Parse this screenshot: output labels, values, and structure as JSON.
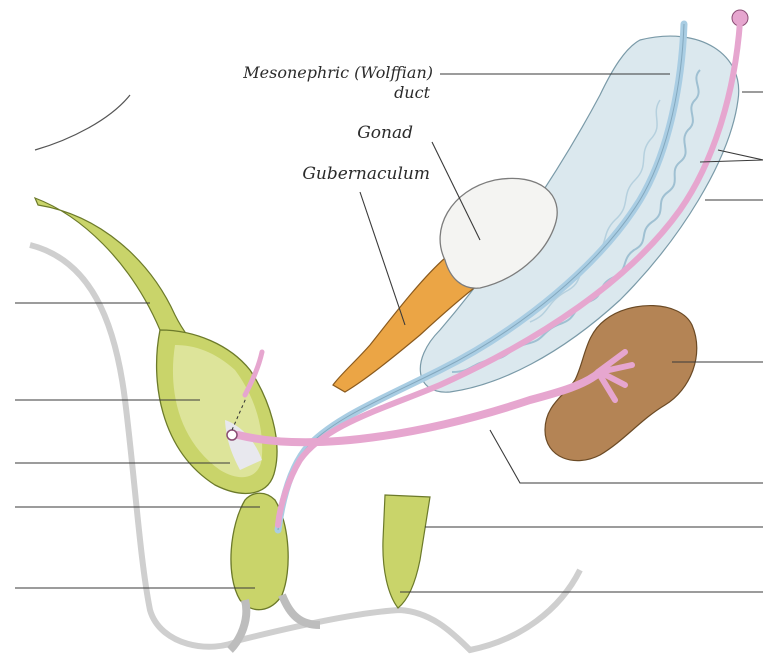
{
  "labels": {
    "mesonephric_duct_line1": "Mesonephric (Wolffian)",
    "mesonephric_duct_line2": "duct",
    "gonad": "Gonad",
    "gubernaculum": "Gubernaculum"
  },
  "colors": {
    "background": "#ffffff",
    "bladder_green": "#c9d46a",
    "bladder_inner": "#dde49a",
    "mesonephros_blue": "#dbe8ee",
    "mesonephric_duct": "#a9cde3",
    "ureter_pink": "#e6a6cf",
    "metanephros_brown": "#b48455",
    "gubernaculum_orange": "#eba545",
    "leader_line": "#3a3a3a"
  }
}
